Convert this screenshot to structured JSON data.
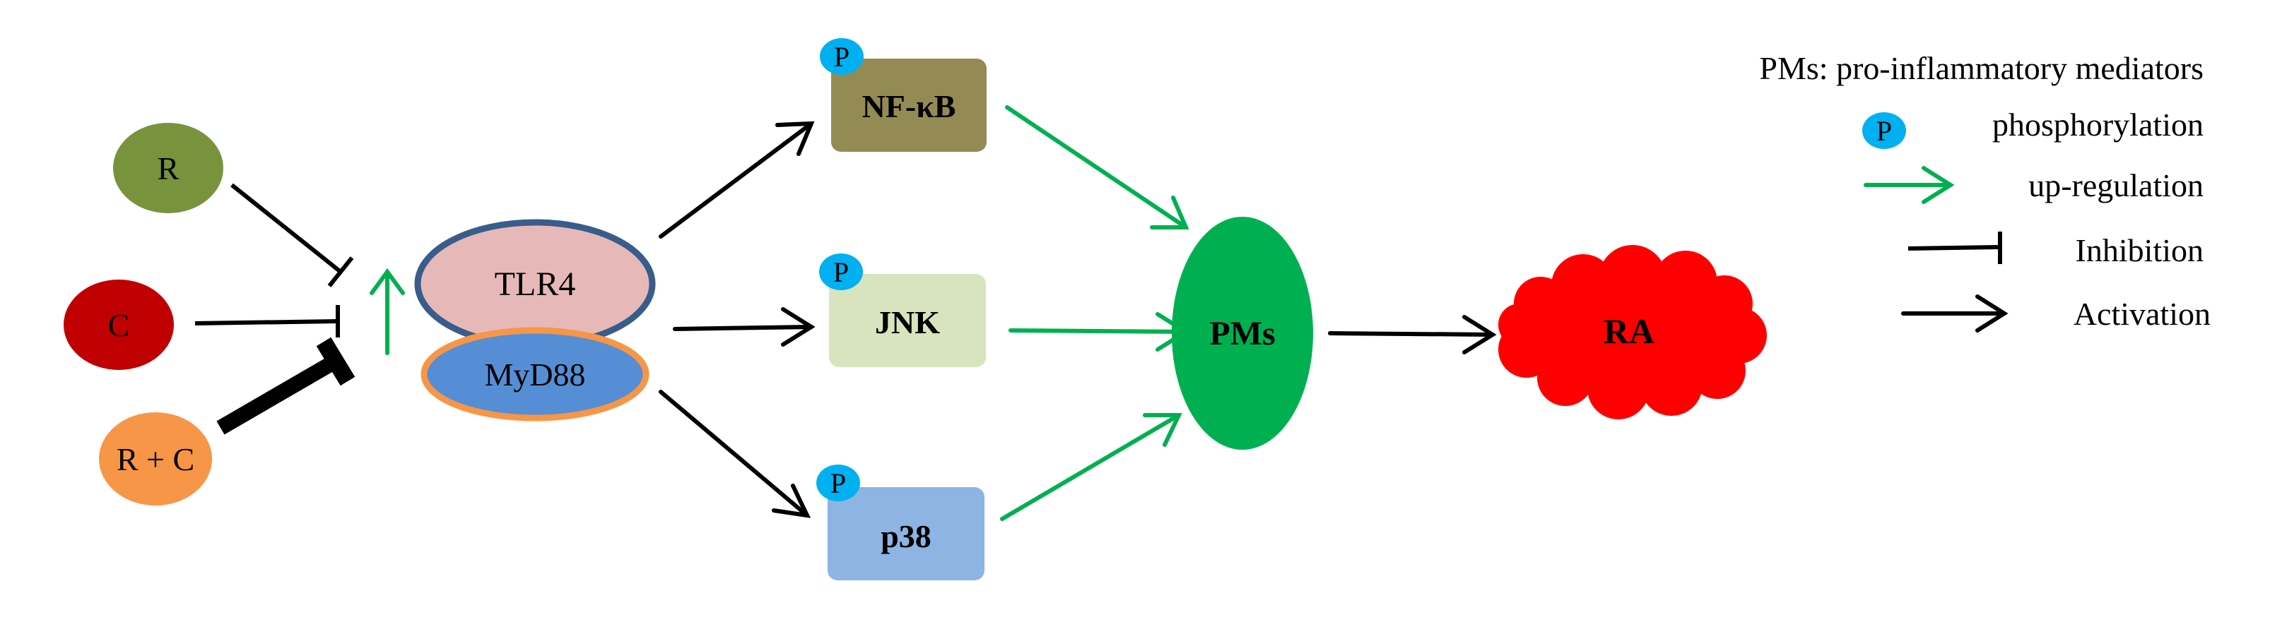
{
  "inhibitors": {
    "r": {
      "label": "R",
      "color": "#77933c"
    },
    "c": {
      "label": "C",
      "color": "#c00000"
    },
    "rc": {
      "label": "R + C",
      "color": "#f79646"
    }
  },
  "receptor": {
    "tlr4": {
      "label": "TLR4",
      "fill": "#e6b9b8",
      "stroke": "#385d8a"
    },
    "myd88": {
      "label": "MyD88",
      "fill": "#558ed5",
      "stroke": "#f79646"
    }
  },
  "kinases": {
    "nfkb": {
      "label": "NF-κB",
      "color": "#948a54"
    },
    "jnk": {
      "label": "JNK",
      "color": "#d7e4bd"
    },
    "p38": {
      "label": "p38",
      "color": "#8eb4e3"
    }
  },
  "phospho_marker": {
    "glyph": "P",
    "color": "#00b0f0"
  },
  "pms": {
    "label": "PMs",
    "color": "#00b050"
  },
  "ra": {
    "label": "RA",
    "color": "#ff0000"
  },
  "arrow_colors": {
    "upregulation": "#00b050",
    "activation": "#000000",
    "inhibition": "#000000"
  },
  "legend": {
    "pms_definition": "PMs: pro-inflammatory mediators",
    "phosphorylation": "phosphorylation",
    "upregulation": "up-regulation",
    "inhibition": "Inhibition",
    "activation": "Activation"
  }
}
